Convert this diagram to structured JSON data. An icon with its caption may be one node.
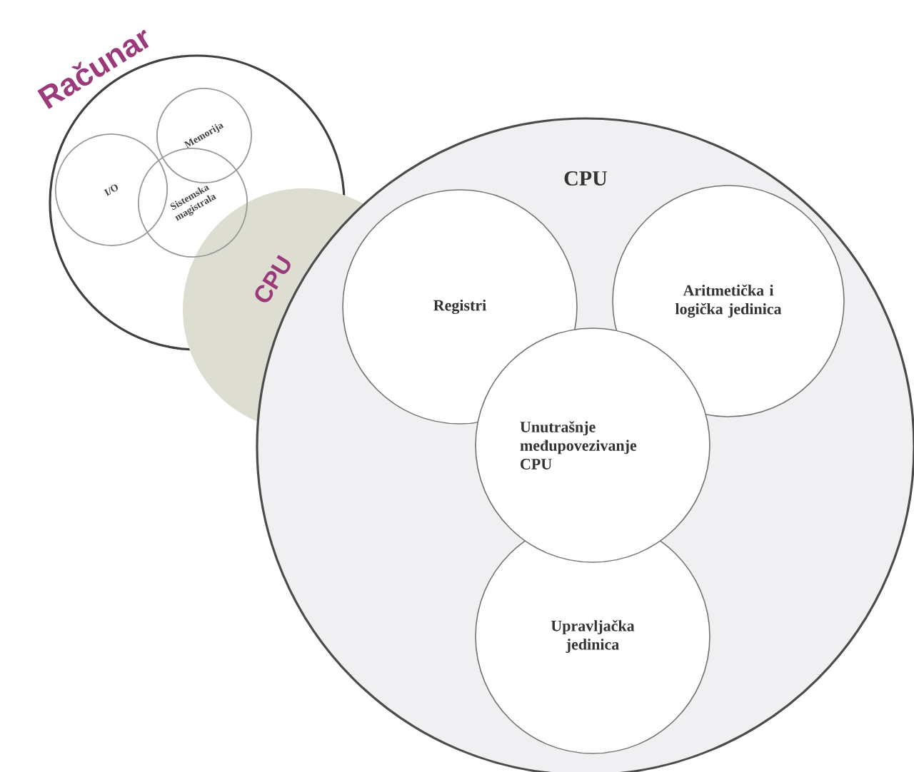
{
  "diagram": {
    "nodes": [
      {
        "text": [
          "Računar"
        ]
      },
      {
        "text": [
          "I/O"
        ],
        "in": 0
      },
      {
        "text": [
          "Memorija"
        ],
        "in": 0
      },
      {
        "text": [
          "Sistemska magistrala"
        ],
        "in": 0
      },
      {
        "text": [
          "CPU"
        ]
      },
      {
        "text": [
          "CPU"
        ]
      },
      {
        "text": [
          "Registri"
        ],
        "in": 5
      },
      {
        "text": [
          "Aritmetička i logička jedinica"
        ],
        "in": 5
      },
      {
        "text": [
          "Unutrašnje međupovezivanje CPU"
        ],
        "in": 5
      },
      {
        "text": [
          "Upravljačka jedinica"
        ],
        "in": 5
      }
    ]
  }
}
